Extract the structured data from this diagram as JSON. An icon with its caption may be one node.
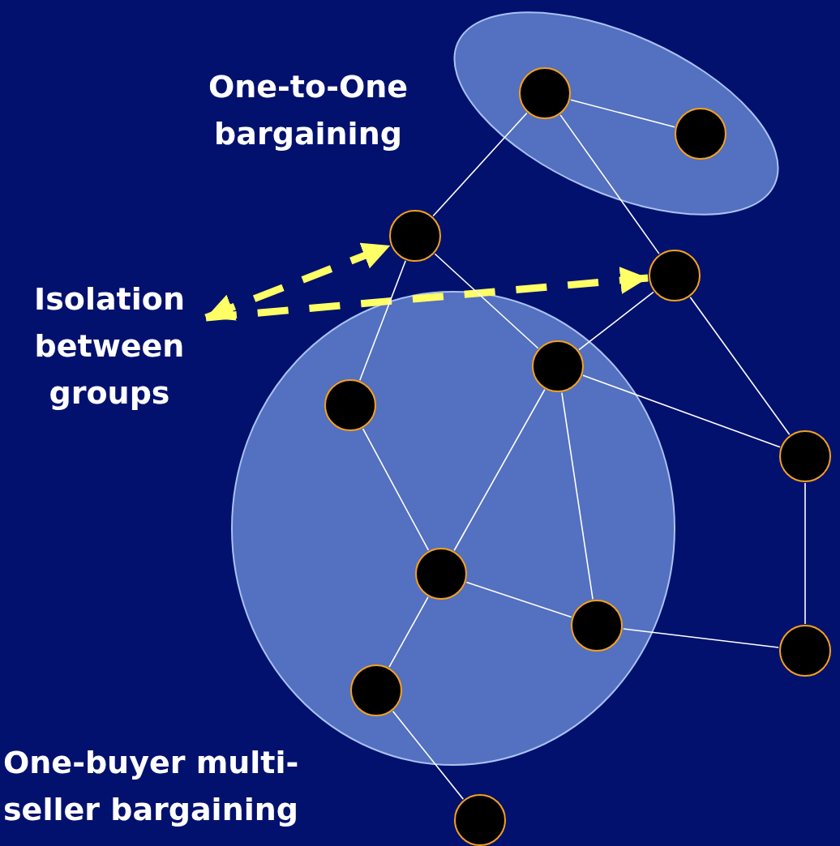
{
  "diagram": {
    "nodes": [
      {
        "text": [
          "One-to-One bargaining"
        ]
      },
      {
        "text": [],
        "shape": "circle",
        "in": 0
      },
      {
        "text": [],
        "shape": "circle",
        "in": 0
      },
      {
        "text": [],
        "shape": "circle"
      },
      {
        "text": [],
        "shape": "circle"
      },
      {
        "text": [
          "Isolation between groups"
        ]
      },
      {
        "text": [
          "One-buyer multi-seller bargaining"
        ]
      },
      {
        "text": [],
        "shape": "circle",
        "in": 6
      },
      {
        "text": [],
        "shape": "circle",
        "in": 6
      },
      {
        "text": [],
        "shape": "circle"
      },
      {
        "text": [],
        "shape": "circle",
        "in": 6
      },
      {
        "text": [],
        "shape": "circle",
        "in": 6
      },
      {
        "text": [],
        "shape": "circle"
      },
      {
        "text": [],
        "shape": "circle",
        "in": 6
      },
      {
        "text": [],
        "shape": "circle"
      }
    ],
    "edges": [
      {
        "from": 5,
        "to": 3,
        "arrow": "both",
        "style": "dashed",
        "color": "#ffff66"
      },
      {
        "from": 5,
        "to": 4,
        "arrow": "to",
        "style": "dashed",
        "color": "#ffff66"
      },
      {
        "from": 1,
        "to": 2,
        "arrow": "none"
      },
      {
        "from": 1,
        "to": 3,
        "arrow": "none"
      },
      {
        "from": 1,
        "to": 4,
        "arrow": "none"
      },
      {
        "from": 3,
        "to": 8,
        "arrow": "none"
      },
      {
        "from": 3,
        "to": 7,
        "arrow": "none"
      },
      {
        "from": 4,
        "to": 7,
        "arrow": "none"
      },
      {
        "from": 4,
        "to": 9,
        "arrow": "none"
      },
      {
        "from": 7,
        "to": 10,
        "arrow": "none"
      },
      {
        "from": 7,
        "to": 11,
        "arrow": "none"
      },
      {
        "from": 7,
        "to": 9,
        "arrow": "none"
      },
      {
        "from": 8,
        "to": 10,
        "arrow": "none"
      },
      {
        "from": 10,
        "to": 11,
        "arrow": "none"
      },
      {
        "from": 10,
        "to": 13,
        "arrow": "none"
      },
      {
        "from": 11,
        "to": 12,
        "arrow": "none"
      },
      {
        "from": 9,
        "to": 12,
        "arrow": "none"
      },
      {
        "from": 13,
        "to": 14,
        "arrow": "none"
      }
    ]
  }
}
